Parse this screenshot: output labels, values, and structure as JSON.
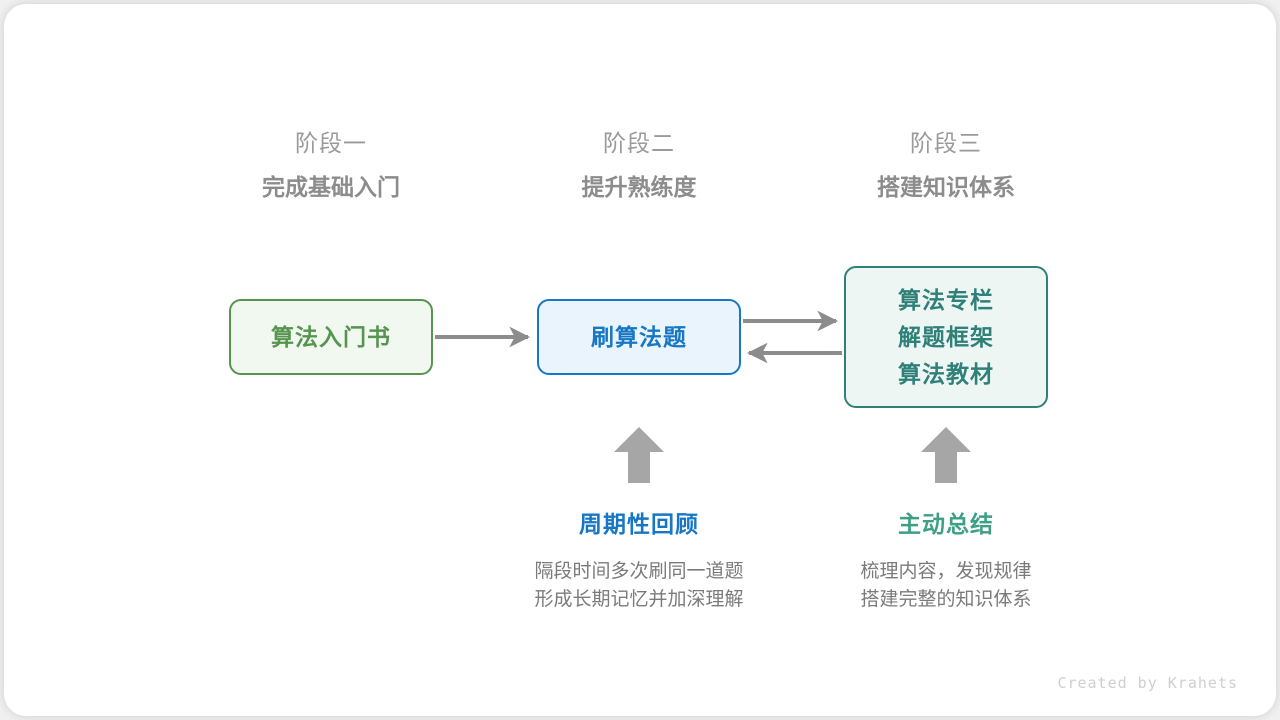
{
  "watermark": "Created by Krahets",
  "colors": {
    "green": "#56944f",
    "green_fill": "#f1f8f0",
    "blue": "#1777c4",
    "blue_fill": "#e9f4fd",
    "teal": "#2f8079",
    "teal_fill": "#eef6f4",
    "arrow_gray": "#8c8c8c",
    "heading_gray": "#8c8c8c",
    "subtitle_green": "#3da085",
    "body_gray": "#7b7b7b"
  },
  "stages": [
    {
      "number": "阶段一",
      "title": "完成基础入门"
    },
    {
      "number": "阶段二",
      "title": "提升熟练度"
    },
    {
      "number": "阶段三",
      "title": "搭建知识体系"
    }
  ],
  "nodes": {
    "book": {
      "label": "算法入门书"
    },
    "practice": {
      "label": "刷算法题"
    },
    "resources": {
      "line1": "算法专栏",
      "line2": "解题框架",
      "line3": "算法教材"
    }
  },
  "connections": [
    {
      "name": "book-to-practice",
      "direction": "right"
    },
    {
      "name": "practice-to-resources",
      "direction": "right"
    },
    {
      "name": "resources-to-practice",
      "direction": "left"
    },
    {
      "name": "review-up-to-practice",
      "direction": "up"
    },
    {
      "name": "summary-up-to-resources",
      "direction": "up"
    }
  ],
  "sub_blocks": [
    {
      "key": "review",
      "title": "周期性回顾",
      "desc_line1": "隔段时间多次刷同一道题",
      "desc_line2": "形成长期记忆并加深理解"
    },
    {
      "key": "summary",
      "title": "主动总结",
      "desc_line1": "梳理内容，发现规律",
      "desc_line2": "搭建完整的知识体系"
    }
  ]
}
